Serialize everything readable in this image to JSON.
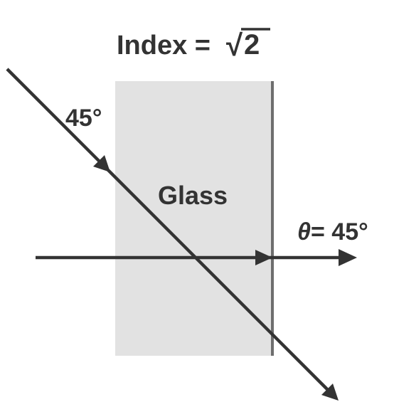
{
  "title": {
    "prefix": "Index = ",
    "radical": "√",
    "radicand": "2"
  },
  "labels": {
    "incident_angle": "45°",
    "material": "Glass",
    "theta_symbol": "θ",
    "theta_value": " = 45°"
  },
  "colors": {
    "ink": "#333333",
    "glass_fill": "#e2e2e2",
    "glass_edge": "#6e6e6e"
  }
}
